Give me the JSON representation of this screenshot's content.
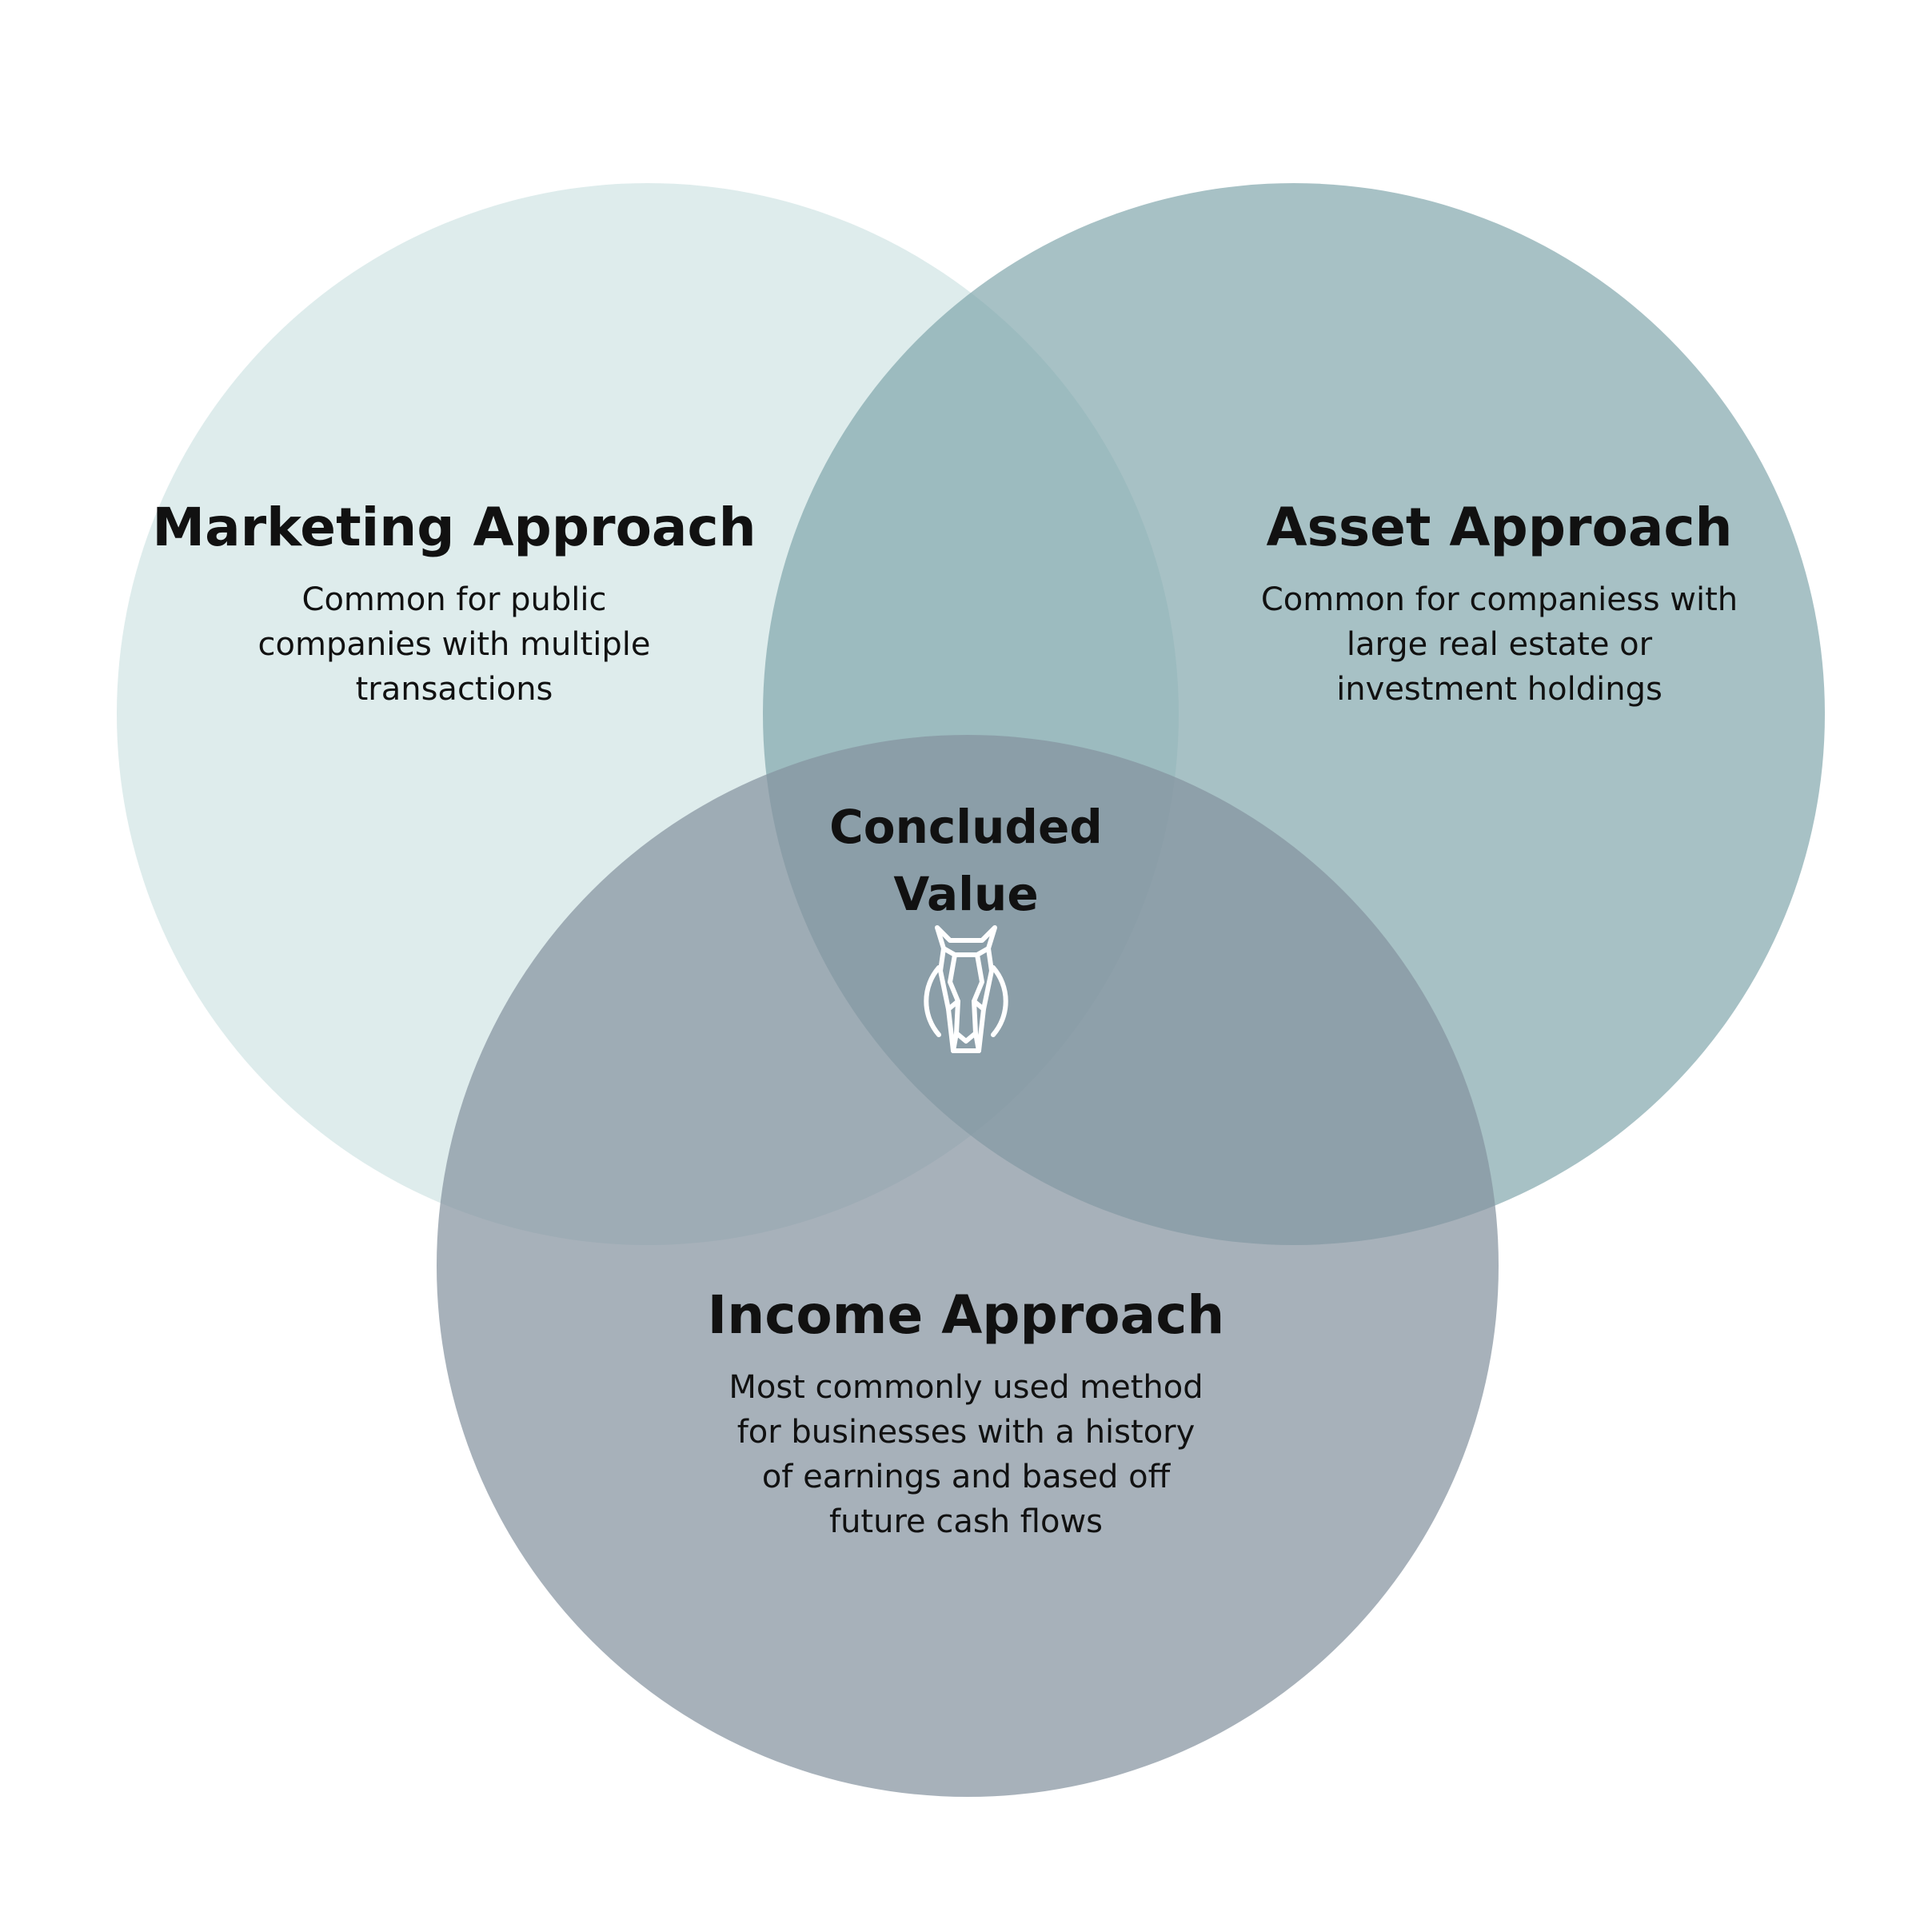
{
  "colors": {
    "background": "#ffffff",
    "marketing_circle": "#c3dcdd",
    "asset_circle": "#7ea3a9",
    "income_circle": "#8593a0",
    "text": "#111111",
    "logo_stroke": "#ffffff"
  },
  "marketing": {
    "title": "Marketing Approach",
    "description": [
      "Common for public",
      "companies with multiple",
      "transactions"
    ]
  },
  "asset": {
    "title": "Asset Approach",
    "description": [
      "Common for companiess with",
      "large real estate or",
      "investment holdings"
    ]
  },
  "income": {
    "title": "Income Approach",
    "description": [
      "Most commonly used method",
      "for businesses with a history",
      "of earnings and based off",
      "future cash flows"
    ]
  },
  "center": {
    "title_lines": [
      "Concluded",
      "Value"
    ],
    "icon": "horse-head-logo-icon"
  }
}
